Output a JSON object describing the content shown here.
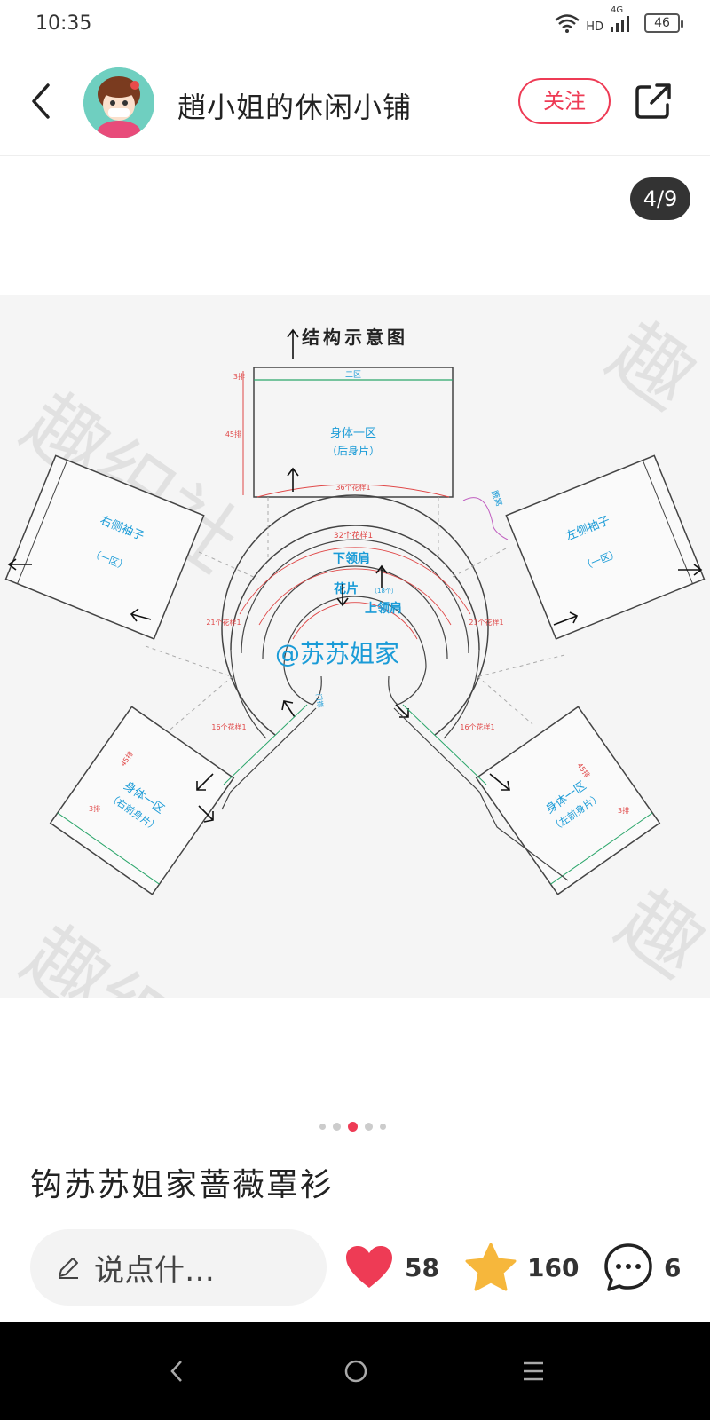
{
  "status_bar": {
    "time": "10:35",
    "network": "4G",
    "hd": "HD",
    "battery": "46"
  },
  "header": {
    "shop_name": "趙小姐的休闲小铺",
    "follow_label": "关注"
  },
  "image": {
    "page_counter": "4/9",
    "diagram": {
      "title": "结构示意图",
      "watermark_text": "@苏苏姐家",
      "labels": {
        "back_body": "身体一区",
        "back_body_sub": "（后身片）",
        "zone_two": "二区",
        "rows_3": "3排",
        "rows_45": "45排",
        "back_pattern": "36个花样1",
        "right_sleeve": "右侧袖子",
        "right_sleeve_sub": "（一区）",
        "left_sleeve": "左侧袖子",
        "left_sleeve_sub": "（一区）",
        "lower_collar": "下领肩",
        "flower": "花片",
        "flower_count": "（18个）",
        "upper_collar": "上领肩",
        "pattern_32": "32个花样1",
        "pattern_21": "21个花样1",
        "pattern_16": "16个花样1",
        "right_front": "身体一区",
        "right_front_sub": "（右前身片）",
        "left_front": "身体一区",
        "left_front_sub": "（左前身片）",
        "armpit": "腋窝",
        "placket": "门襟"
      }
    }
  },
  "carousel": {
    "total": 5,
    "active_index": 2
  },
  "post": {
    "title": "钩苏苏姐家蔷薇罩衫"
  },
  "bottom_bar": {
    "comment_placeholder": "说点什…",
    "likes": "58",
    "stars": "160",
    "comments": "6"
  },
  "colors": {
    "accent": "#ee3b55",
    "star": "#f6b73c",
    "diagram_blue": "#1a9bd7",
    "diagram_red": "#e04848"
  },
  "icons": [
    "back-arrow-icon",
    "share-icon",
    "pencil-icon",
    "heart-icon",
    "star-icon",
    "comment-bubble-icon",
    "nav-back-icon",
    "nav-home-icon",
    "nav-menu-icon",
    "wifi-icon",
    "signal-icon"
  ]
}
